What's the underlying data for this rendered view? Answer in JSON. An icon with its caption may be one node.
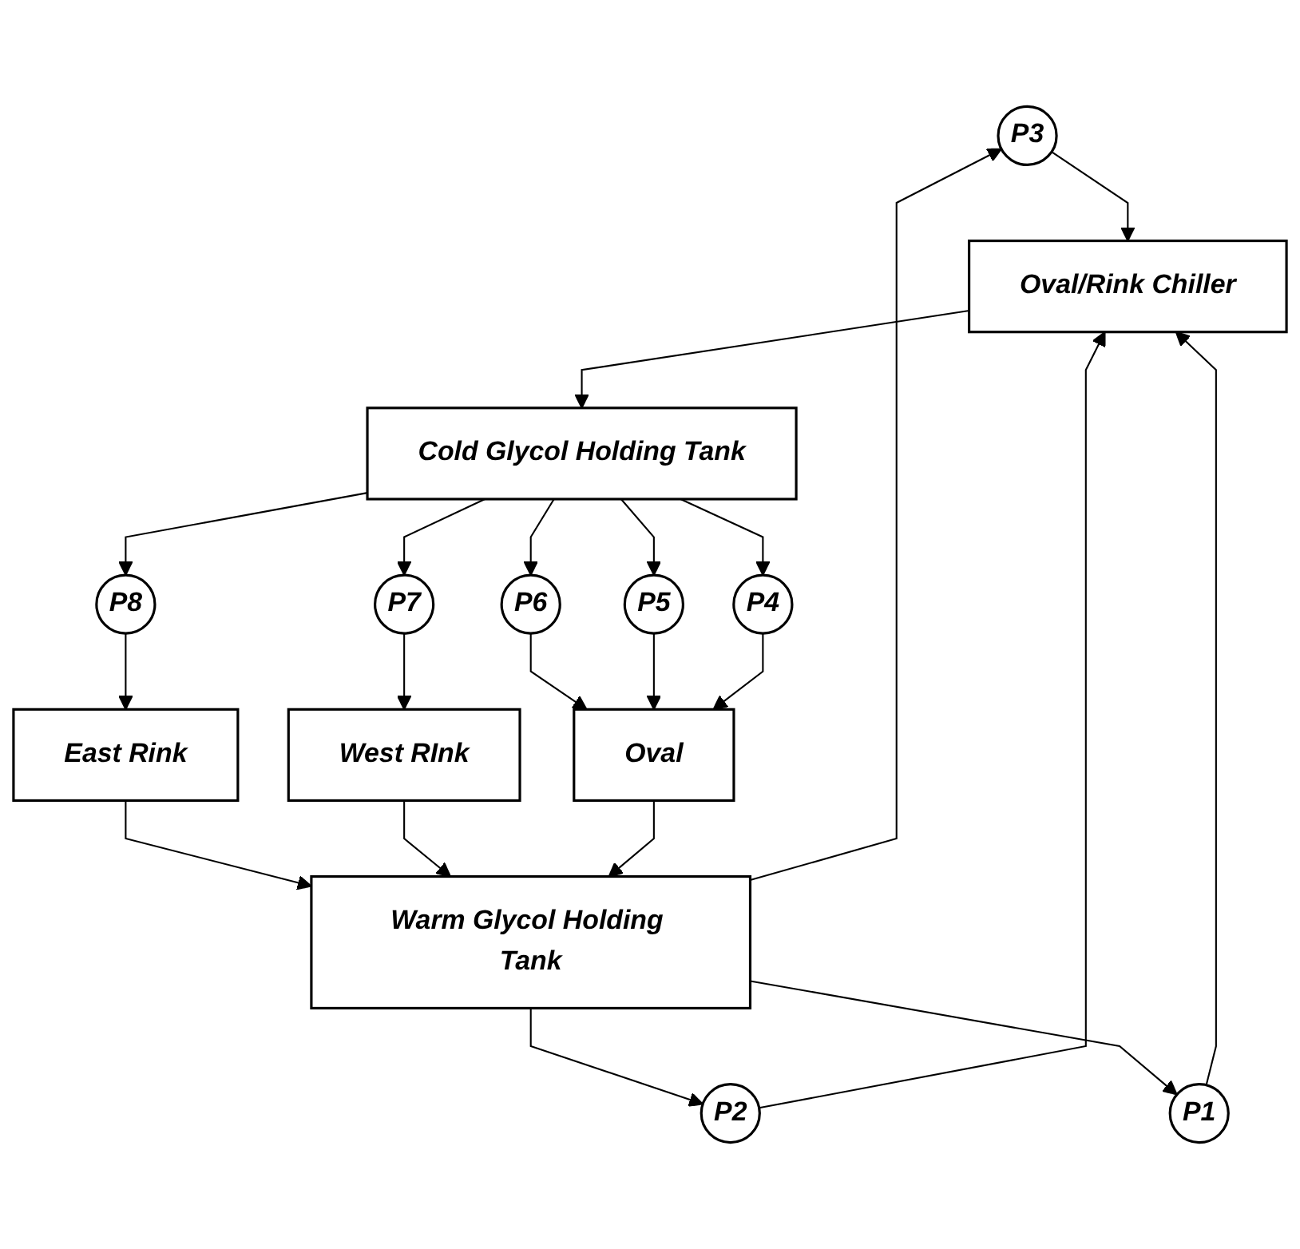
{
  "diagram": {
    "nodes": [
      {
        "text": [
          "P3"
        ]
      },
      {
        "text": [
          "P2"
        ]
      },
      {
        "text": [
          "P1"
        ]
      },
      {
        "text": [
          "Oval/Rink Chiller"
        ]
      },
      {
        "text": [
          "Warm Glycol Holding Tank"
        ]
      },
      {
        "text": [
          "Cold Glycol Holding Tank"
        ]
      },
      {
        "text": [
          "P8"
        ]
      },
      {
        "text": [
          "P7"
        ]
      },
      {
        "text": [
          "P6"
        ]
      },
      {
        "text": [
          "P5"
        ]
      },
      {
        "text": [
          "P4"
        ]
      },
      {
        "text": [
          "East Rink"
        ]
      },
      {
        "text": [
          "West RInk"
        ]
      },
      {
        "text": [
          "Oval"
        ]
      }
    ],
    "edges": [
      {
        "from": 4,
        "to": 0,
        "arrow": "to"
      },
      {
        "from": 4,
        "to": 1,
        "arrow": "to"
      },
      {
        "from": 4,
        "to": 2,
        "arrow": "to"
      },
      {
        "from": 0,
        "to": 3,
        "arrow": "to"
      },
      {
        "from": 1,
        "to": 3,
        "arrow": "to"
      },
      {
        "from": 2,
        "to": 3,
        "arrow": "to"
      },
      {
        "from": 3,
        "to": 5,
        "arrow": "to"
      },
      {
        "from": 5,
        "to": 6,
        "arrow": "to"
      },
      {
        "from": 5,
        "to": 7,
        "arrow": "to"
      },
      {
        "from": 5,
        "to": 8,
        "arrow": "to"
      },
      {
        "from": 5,
        "to": 9,
        "arrow": "to"
      },
      {
        "from": 5,
        "to": 10,
        "arrow": "to"
      },
      {
        "from": 6,
        "to": 11,
        "arrow": "to"
      },
      {
        "from": 7,
        "to": 12,
        "arrow": "to"
      },
      {
        "from": 8,
        "to": 13,
        "arrow": "to"
      },
      {
        "from": 9,
        "to": 13,
        "arrow": "to"
      },
      {
        "from": 10,
        "to": 13,
        "arrow": "to"
      },
      {
        "from": 11,
        "to": 4,
        "arrow": "to"
      },
      {
        "from": 12,
        "to": 4,
        "arrow": "to"
      },
      {
        "from": 13,
        "to": 4,
        "arrow": "to"
      }
    ]
  }
}
